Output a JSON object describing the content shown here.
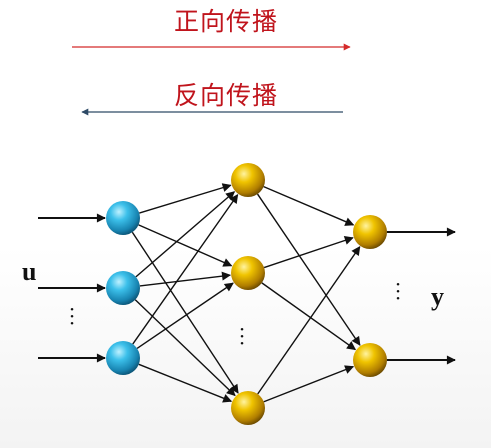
{
  "labels": {
    "forward": "正向传播",
    "backward": "反向传播",
    "input_symbol": "u",
    "output_symbol": "y"
  },
  "colors": {
    "forward_arrow": "#d42a2a",
    "backward_arrow": "#2e4a66",
    "title_text": "#c0141c",
    "input_node": "#1ea6d6",
    "hidden_node": "#d9a800",
    "output_node": "#d9a800",
    "edge": "#111111"
  },
  "icons": {
    "input_node": "cyan-sphere",
    "hidden_node": "gold-sphere",
    "output_node": "gold-sphere",
    "ellipsis": "vertical-dots"
  },
  "network": {
    "layers": [
      {
        "name": "input",
        "visible_nodes": 3
      },
      {
        "name": "hidden",
        "visible_nodes": 3
      },
      {
        "name": "output",
        "visible_nodes": 2
      }
    ],
    "fully_connected": true
  }
}
